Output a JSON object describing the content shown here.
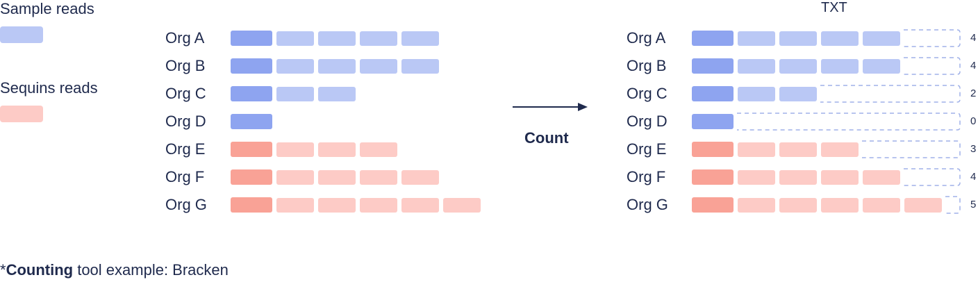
{
  "legend": {
    "sample_label": "Sample reads",
    "sequins_label": "Sequins reads"
  },
  "arrow_label": "Count",
  "output_title": "TXT",
  "colors": {
    "sample_dark": "#8ea4f0",
    "sample_light": "#bac8f5",
    "sequins_dark": "#f9a296",
    "sequins_light": "#fdcbc6",
    "dashed": "#9fb0e8",
    "text": "#1f2a4d"
  },
  "organisms": [
    {
      "label": "Org A",
      "type": "sample",
      "reads": 4,
      "count": "4"
    },
    {
      "label": "Org B",
      "type": "sample",
      "reads": 4,
      "count": "4"
    },
    {
      "label": "Org C",
      "type": "sample",
      "reads": 2,
      "count": "2"
    },
    {
      "label": "Org D",
      "type": "sample",
      "reads": 0,
      "count": "0"
    },
    {
      "label": "Org E",
      "type": "sequins",
      "reads": 3,
      "count": "3"
    },
    {
      "label": "Org F",
      "type": "sequins",
      "reads": 4,
      "count": "4"
    },
    {
      "label": "Org G",
      "type": "sequins",
      "reads": 5,
      "count": "5"
    }
  ],
  "footnote": {
    "prefix": "*",
    "bold": "Counting",
    "rest": " tool example: Bracken"
  }
}
